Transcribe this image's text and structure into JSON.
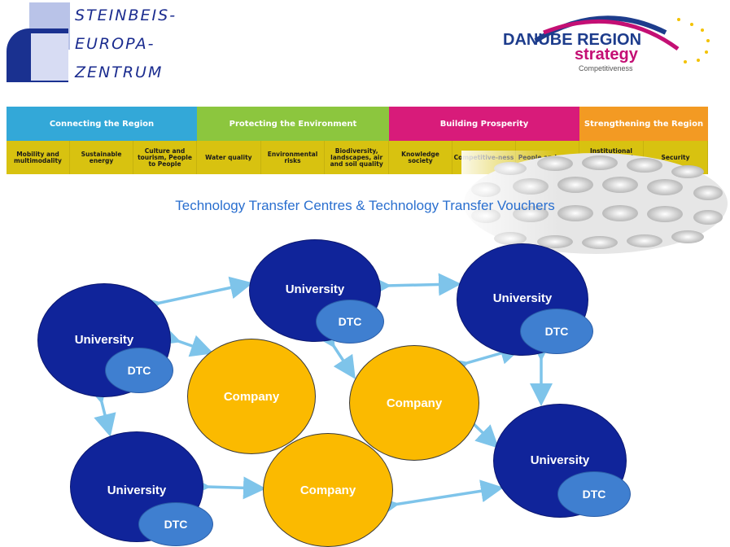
{
  "logo_left": {
    "lines": [
      "STEINBEIS-",
      "EUROPA-",
      "ZENTRUM"
    ]
  },
  "logo_right": {
    "title": "DANUBE REGION",
    "subtitle": "strategy",
    "tagline": "Competitiveness"
  },
  "pillars": [
    {
      "title": "Connecting the Region",
      "color": "#33a8d8",
      "cells": [
        "Mobility and multimodality",
        "Sustainable energy",
        "Culture and tourism, People to People"
      ]
    },
    {
      "title": "Protecting the Environment",
      "color": "#8cc63e",
      "cells": [
        "Water quality",
        "Environmental risks",
        "Biodiversity, landscapes, air and soil quality"
      ]
    },
    {
      "title": "Building Prosperity",
      "color": "#d81b7a",
      "cells": [
        "Knowledge society",
        "Competitive-ness",
        "People and skills"
      ]
    },
    {
      "title": "Strengthening the Region",
      "color": "#f39a23",
      "cells": [
        "Institutional capacity and cooperation",
        "Security"
      ]
    }
  ],
  "cell_color": "#d8c210",
  "subtitle": "Technology Transfer Centres & Technology Transfer Vouchers",
  "diagram": {
    "university_label": "University",
    "dtc_label": "DTC",
    "company_label": "Company",
    "colors": {
      "university": "#10249a",
      "dtc": "#3f7fd0",
      "company": "#fbba00",
      "arrow": "#7ec4ea"
    }
  }
}
